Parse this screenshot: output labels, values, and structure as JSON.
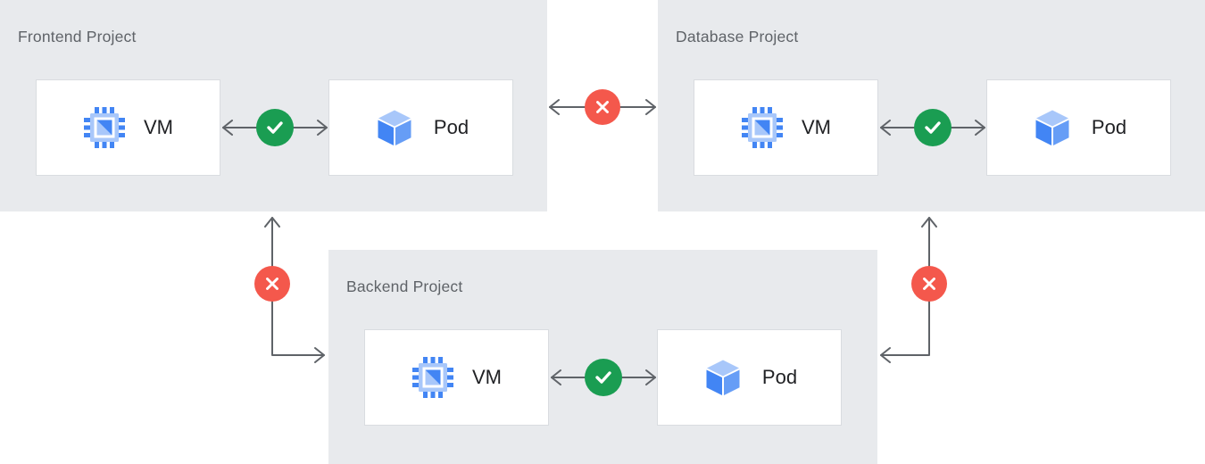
{
  "diagram_title": "project-network-isolation-diagram",
  "colors": {
    "panel_bg": "#e8eaed",
    "card_bg": "#ffffff",
    "card_border": "#d9dce0",
    "title_text": "#5f6368",
    "node_text": "#202124",
    "arrow": "#5f6368",
    "allow_green": "#1a9d52",
    "deny_red": "#f4584c",
    "icon_blue": "#4285f4",
    "icon_blue_light": "#a8c7fa",
    "icon_blue_mid": "#669df6"
  },
  "projects": [
    {
      "id": "frontend",
      "title": "Frontend Project",
      "vm_label": "VM",
      "pod_label": "Pod",
      "internal_connection": "allowed"
    },
    {
      "id": "database",
      "title": "Database Project",
      "vm_label": "VM",
      "pod_label": "Pod",
      "internal_connection": "allowed"
    },
    {
      "id": "backend",
      "title": "Backend Project",
      "vm_label": "VM",
      "pod_label": "Pod",
      "internal_connection": "allowed"
    }
  ],
  "connections": [
    {
      "from": "Frontend Project",
      "to": "Database Project",
      "status": "blocked",
      "badge": "x-circle"
    },
    {
      "from": "Frontend Project",
      "to": "Backend Project",
      "status": "blocked",
      "badge": "x-circle"
    },
    {
      "from": "Database Project",
      "to": "Backend Project",
      "status": "blocked",
      "badge": "x-circle"
    },
    {
      "within": "Frontend Project",
      "between": "VM and Pod",
      "status": "allowed",
      "badge": "check-circle"
    },
    {
      "within": "Database Project",
      "between": "VM and Pod",
      "status": "allowed",
      "badge": "check-circle"
    },
    {
      "within": "Backend Project",
      "between": "VM and Pod",
      "status": "allowed",
      "badge": "check-circle"
    }
  ]
}
